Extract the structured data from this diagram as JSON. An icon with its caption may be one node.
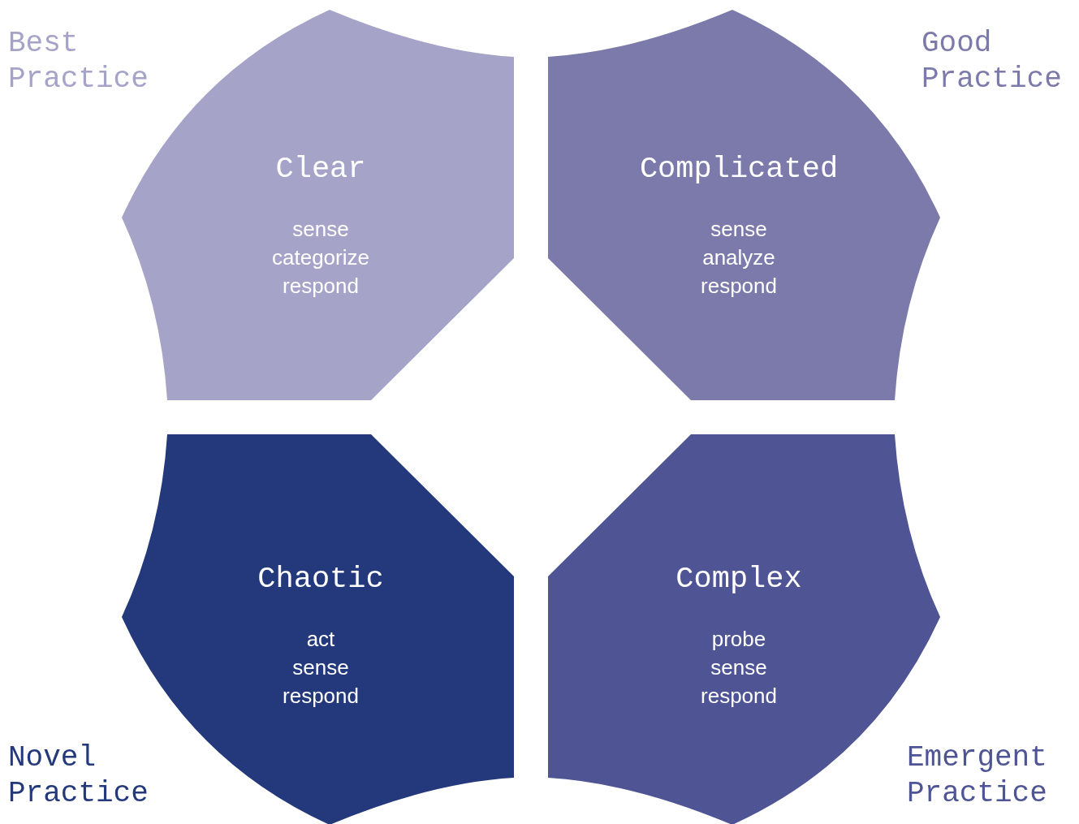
{
  "diagram": {
    "nodes": [
      {
        "text": [
          "Clear",
          "sense",
          "categorize",
          "respond"
        ],
        "beside": [
          "Best Practice"
        ]
      },
      {
        "text": [
          "Complicated",
          "sense",
          "analyze",
          "respond"
        ],
        "beside": [
          "Good Practice"
        ]
      },
      {
        "text": [
          "Chaotic",
          "act",
          "sense",
          "respond"
        ],
        "beside": [
          "Novel Practice"
        ]
      },
      {
        "text": [
          "Complex",
          "probe",
          "sense",
          "respond"
        ],
        "beside": [
          "Emergent Practice"
        ]
      }
    ]
  }
}
